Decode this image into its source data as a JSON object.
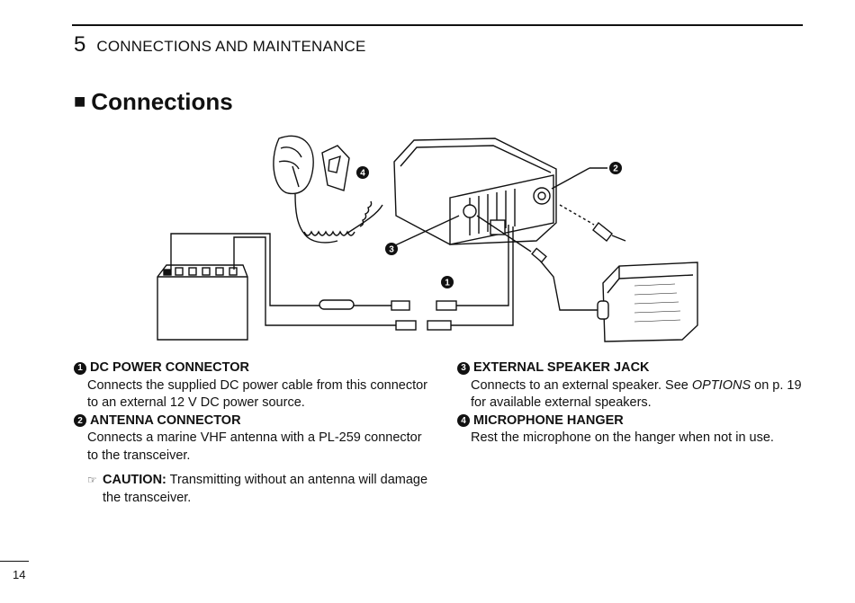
{
  "header": {
    "chapter_number": "5",
    "chapter_title": "CONNECTIONS AND MAINTENANCE"
  },
  "section": {
    "marker": "■",
    "title": "Connections"
  },
  "callouts": [
    "1",
    "2",
    "3",
    "4"
  ],
  "items": {
    "dc": {
      "num": "1",
      "title": "DC POWER CONNECTOR",
      "line1": "Connects the supplied DC power cable from this connector",
      "line2": "to an external 12 V DC power source."
    },
    "antenna": {
      "num": "2",
      "title": "ANTENNA CONNECTOR",
      "line1": "Connects a marine VHF antenna with a PL-259 connector",
      "line2": "to the transceiver."
    },
    "caution": {
      "icon": "☞",
      "label": "CAUTION:",
      "line1": " Transmitting without an antenna will damage",
      "line2": "the transceiver."
    },
    "speaker": {
      "num": "3",
      "title": "EXTERNAL SPEAKER JACK",
      "line1_a": "Connects to an external speaker. See ",
      "line1_em": "OPTIONS",
      "line1_b": " on p. 19",
      "line2": "for available external speakers."
    },
    "hanger": {
      "num": "4",
      "title": "MICROPHONE HANGER",
      "line1": "Rest the microphone on the hanger when not in use."
    }
  },
  "footer": {
    "page_number": "14"
  }
}
